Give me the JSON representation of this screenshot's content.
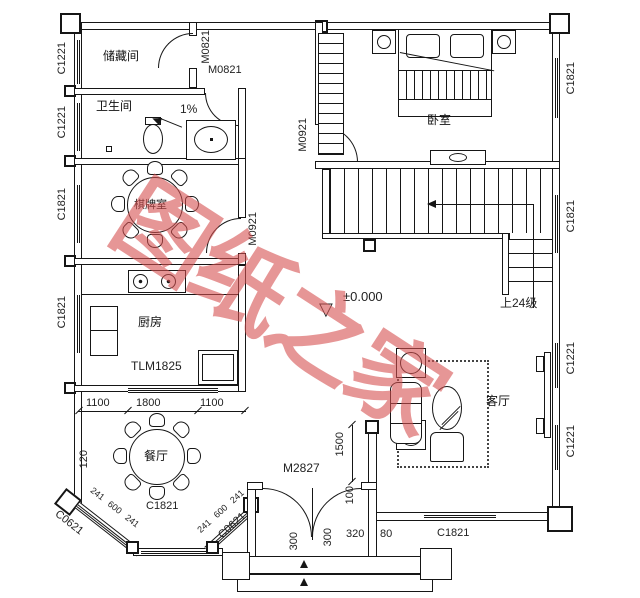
{
  "watermark": {
    "text": "图纸之家",
    "color": "#d65050"
  },
  "rooms": {
    "storage": "储藏间",
    "bathroom": "卫生间",
    "chess_room": "棋牌室",
    "kitchen": "厨房",
    "dining": "餐厅",
    "bedroom": "卧室",
    "living": "客厅"
  },
  "openings": {
    "c1221": "C1221",
    "c1821": "C1821",
    "c0621": "C0621",
    "m0821": "M0821",
    "m0921": "M0921",
    "m2827": "M2827",
    "tlm1825": "TLM1825"
  },
  "dimensions": {
    "d1100": "1100",
    "d1800": "1800",
    "d120": "120",
    "d241": "241",
    "d600": "600",
    "d1500": "1500",
    "d100": "100",
    "d300": "300",
    "d320": "320",
    "d80": "80"
  },
  "annotations": {
    "slope": "1%",
    "level": "±0.000",
    "level_mark": "▽",
    "stairs_up": "上24级"
  }
}
